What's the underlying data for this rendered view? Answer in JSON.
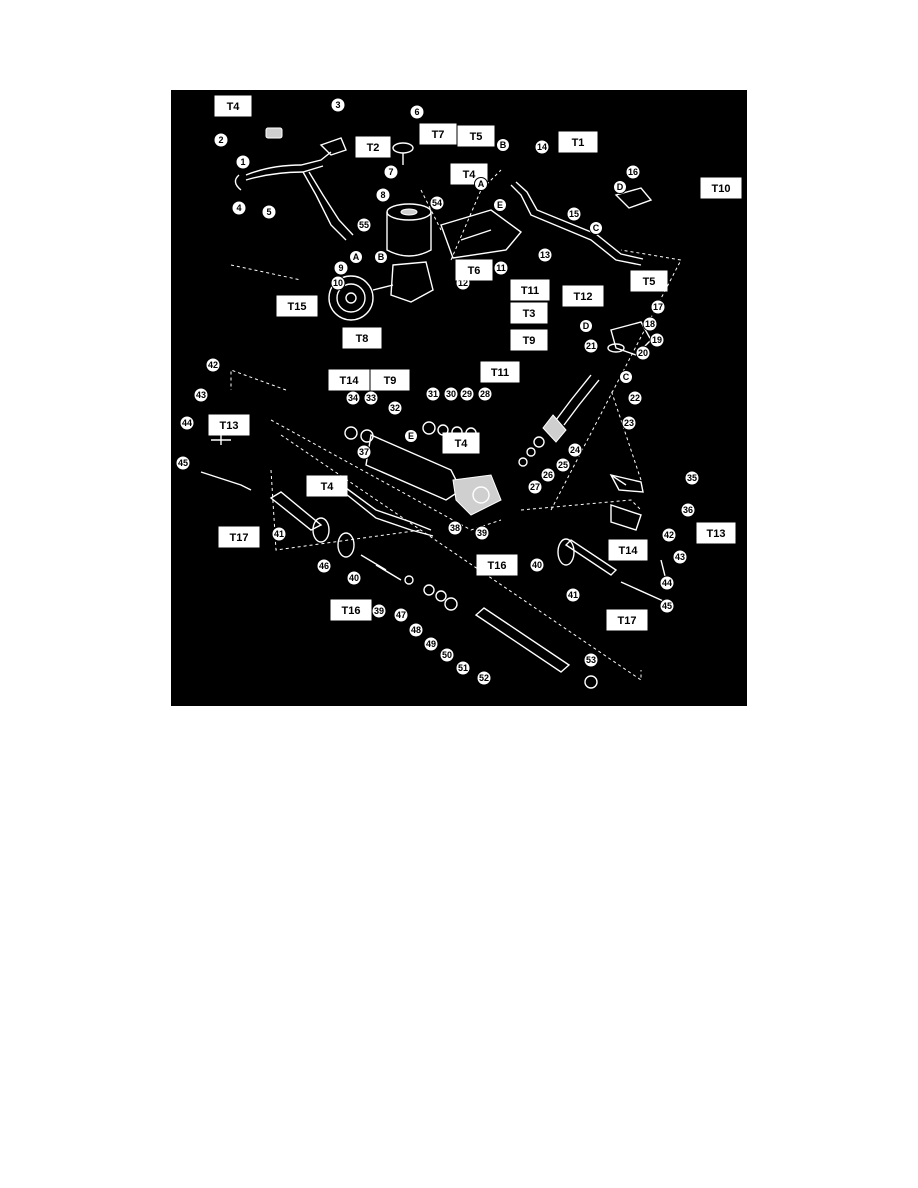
{
  "callouts": [
    "1",
    "2",
    "3",
    "4",
    "5",
    "6",
    "7",
    "8",
    "9",
    "10",
    "11",
    "12",
    "13",
    "14",
    "15",
    "16",
    "17",
    "18",
    "19",
    "20",
    "21",
    "22",
    "23",
    "24",
    "25",
    "26",
    "27",
    "28",
    "29",
    "30",
    "31",
    "32",
    "33",
    "34",
    "35",
    "36",
    "37",
    "38",
    "39",
    "40",
    "41",
    "42",
    "43",
    "44",
    "45",
    "46",
    "47",
    "48",
    "49",
    "50",
    "51",
    "52",
    "53",
    "54",
    "55"
  ],
  "torque_labels": [
    "T1",
    "T2",
    "T3",
    "T4",
    "T5",
    "T6",
    "T7",
    "T8",
    "T9",
    "T10",
    "T11",
    "T12",
    "T13",
    "T14",
    "T15",
    "T16",
    "T17"
  ],
  "letter_markers": [
    "A",
    "B",
    "C",
    "D",
    "E"
  ],
  "colors": {
    "background": "#000000",
    "linework": "#ffffff",
    "page": "#ffffff"
  }
}
